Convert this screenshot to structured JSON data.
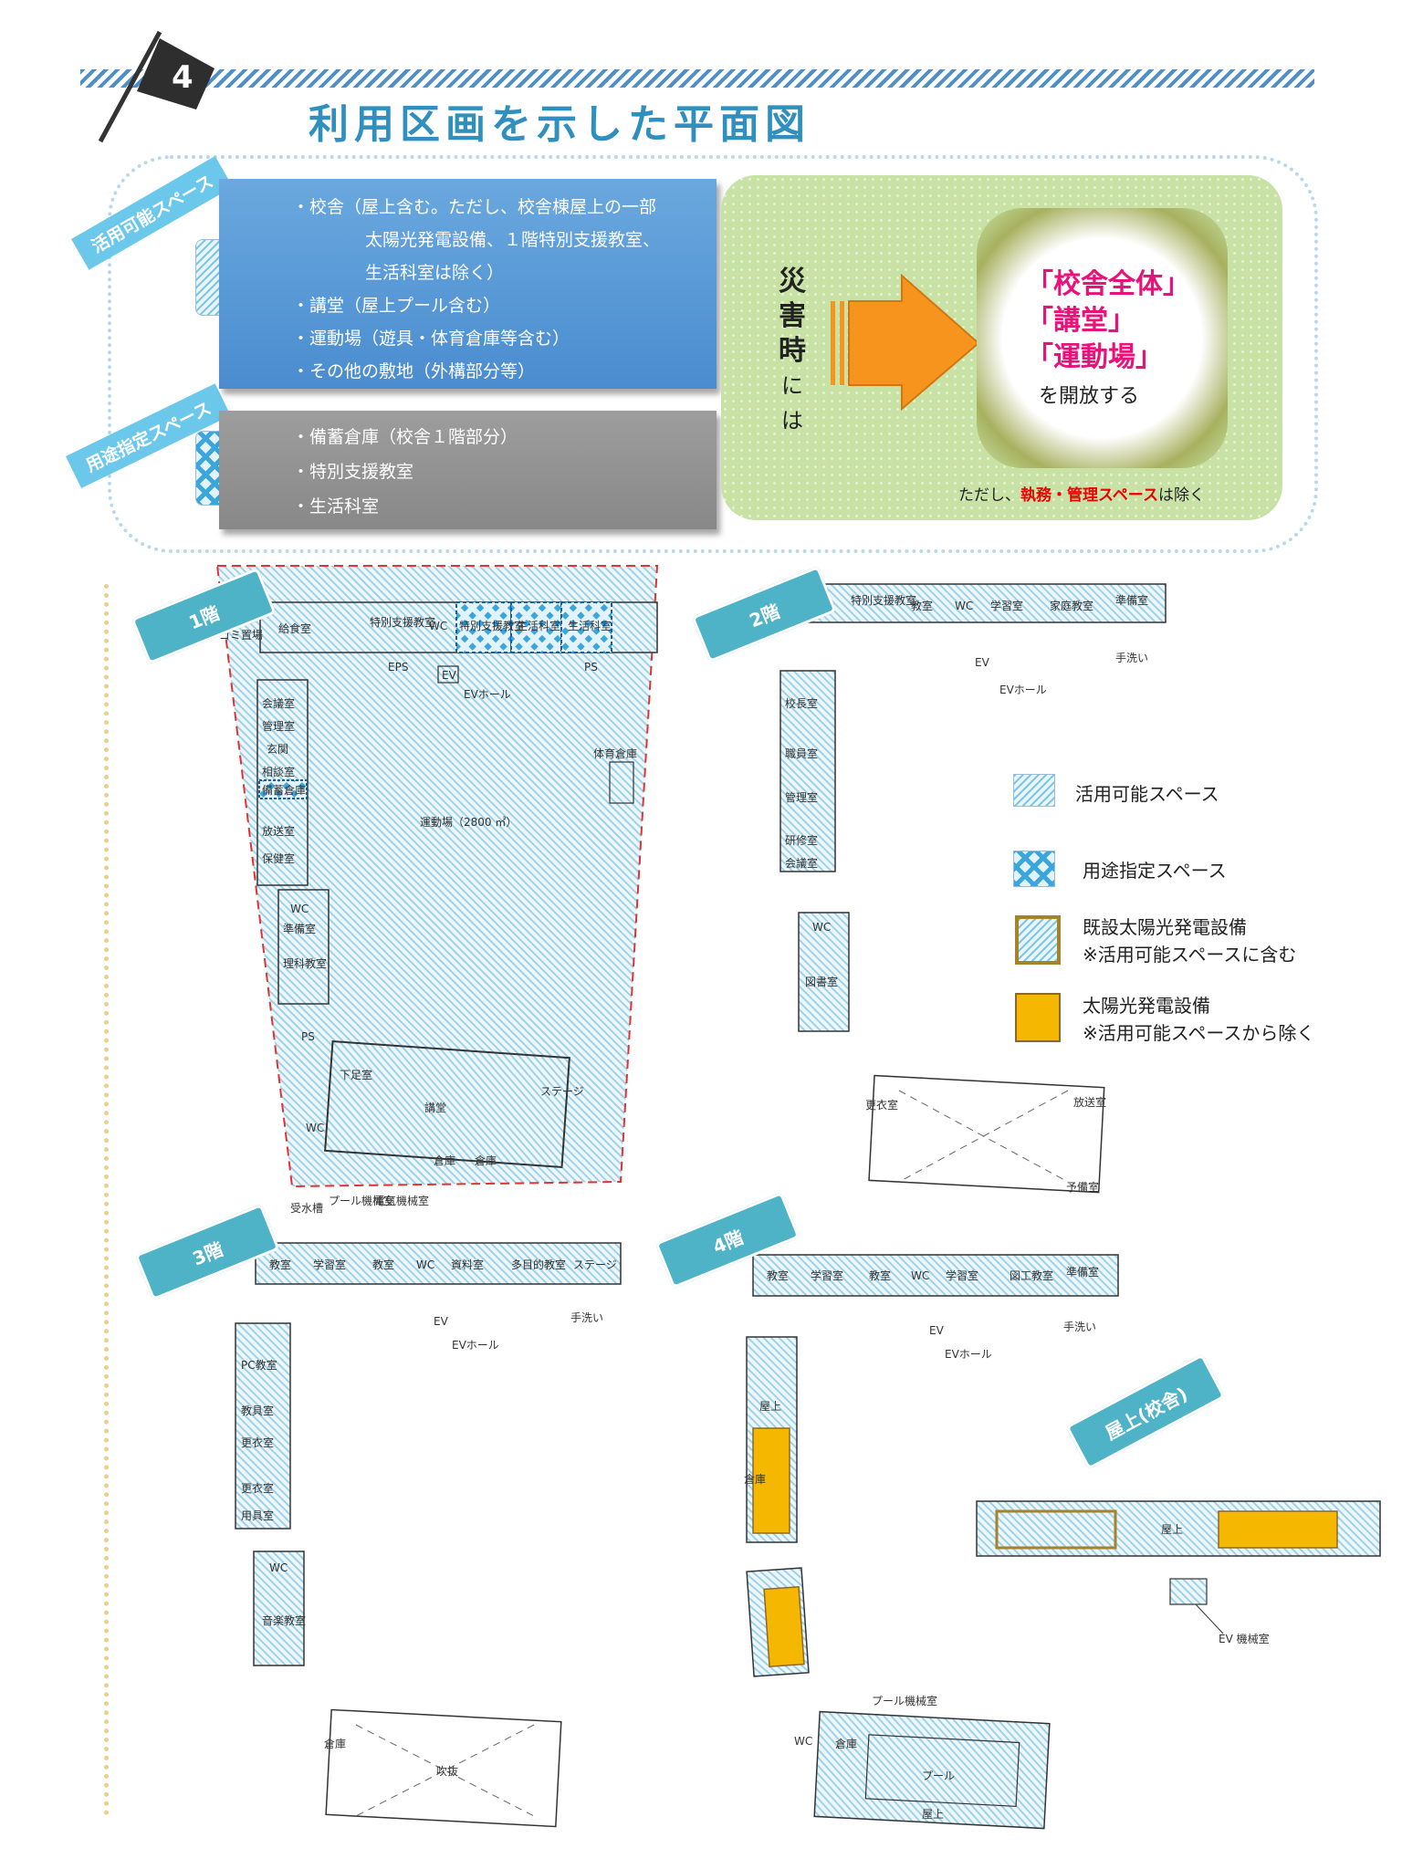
{
  "section": {
    "number": "4",
    "title": "利用区画を示した平面図"
  },
  "ribbons": {
    "usable": "活用可能スペース",
    "designated": "用途指定スペース"
  },
  "usable_box": {
    "lines": [
      "・校舎（屋上含む。ただし、校舎棟屋上の一部",
      "太陽光発電設備、１階特別支援教室、",
      "生活科室は除く）",
      "・講堂（屋上プール含む）",
      "・運動場（遊具・体育倉庫等含む）",
      "・その他の敷地（外構部分等）"
    ]
  },
  "designated_box": {
    "lines": [
      "・備蓄倉庫（校舎１階部分）",
      "・特別支援教室",
      "・生活科室"
    ]
  },
  "disaster": {
    "vertical_chars": [
      "災",
      "害",
      "時",
      "に",
      "は"
    ],
    "open_lines": [
      "「校舎全体」",
      "「講堂」",
      "「運動場」"
    ],
    "open_suffix": "を開放する",
    "note_prefix": "ただし、",
    "note_highlight": "執務・管理スペース",
    "note_suffix": "は除く",
    "accent_color": "#e8137a",
    "arrow_color": "#f7941d"
  },
  "legend": {
    "usable": "活用可能スペース",
    "designated": "用途指定スペース",
    "existing_solar_1": "既設太陽光発電設備",
    "existing_solar_2": "※活用可能スペースに含む",
    "solar_1": "太陽光発電設備",
    "solar_2": "※活用可能スペースから除く"
  },
  "floor_tags": {
    "f1": "1階",
    "f2": "2階",
    "f3": "3階",
    "f4": "4階",
    "roof": "屋上(校舎)"
  },
  "floor1": {
    "rooms_top": [
      "給食室",
      "特別支援教室",
      "WC",
      "特別支援教室",
      "生活科室",
      "生活科室"
    ],
    "rooms_left": [
      "会議室",
      "管理室",
      "玄関",
      "相談室",
      "備蓄倉庫",
      "放送室",
      "保健室",
      "WC",
      "準備室",
      "理科教室"
    ],
    "labels": [
      "EPS",
      "EV",
      "EVホール",
      "PS",
      "PS",
      "体育倉庫",
      "運動場（2800 ㎡）",
      "講堂",
      "倉庫",
      "倉庫",
      "WC",
      "下足室",
      "ステージ",
      "受水槽",
      "プール機械室",
      "電気機械室",
      "ゴミ置場"
    ]
  },
  "floor2": {
    "rooms_top": [
      "教室",
      "特別支援教室",
      "教室",
      "WC",
      "学習室",
      "家庭教室",
      "準備室"
    ],
    "rooms_left": [
      "校長室",
      "職員室",
      "管理室",
      "研修室",
      "会議室",
      "WC",
      "図書室"
    ],
    "labels": [
      "EV",
      "EVホール",
      "手洗い",
      "更衣室",
      "放送室",
      "予備室"
    ]
  },
  "floor3": {
    "rooms_top": [
      "教室",
      "学習室",
      "教室",
      "WC",
      "資料室",
      "多目的教室",
      "ステージ"
    ],
    "rooms_left": [
      "PC教室",
      "教具室",
      "更衣室",
      "更衣室",
      "用具室",
      "WC",
      "音楽教室"
    ],
    "labels": [
      "EV",
      "EVホール",
      "手洗い",
      "吹抜",
      "倉庫"
    ]
  },
  "floor4": {
    "rooms_top": [
      "教室",
      "学習室",
      "教室",
      "WC",
      "学習室",
      "図工教室",
      "準備室"
    ],
    "labels": [
      "EV",
      "EVホール",
      "手洗い",
      "屋上",
      "倉庫"
    ]
  },
  "roof": {
    "labels": [
      "屋上",
      "EV 機械室"
    ]
  },
  "pool": {
    "labels": [
      "プール機械室",
      "WC",
      "倉庫",
      "プール",
      "屋上"
    ]
  }
}
